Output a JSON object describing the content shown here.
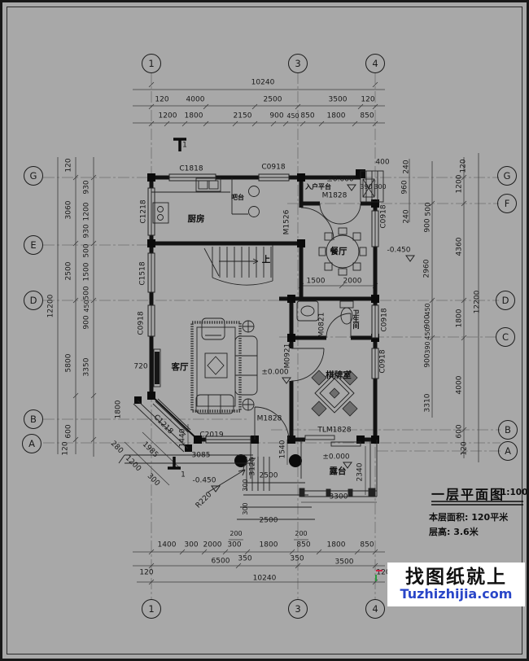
{
  "title_block": {
    "title": "一层平面图",
    "scale": "1:100",
    "area_line": "本层面积: 120平米",
    "height_line": "层高: 3.6米"
  },
  "watermark": {
    "line1": "找图纸就上",
    "line2": "Tuzhizhijia.com",
    "accent": "#2946c8"
  },
  "axes": {
    "top": [
      "1",
      "3",
      "4"
    ],
    "bottom": [
      "1",
      "3",
      "4"
    ],
    "left": [
      "G",
      "E",
      "D",
      "B",
      "A"
    ],
    "right": [
      "G",
      "F",
      "D",
      "C",
      "B",
      "A"
    ]
  },
  "rooms": {
    "kitchen": "厨房",
    "bar": "吧台",
    "entry": "入户平台",
    "dining": "餐厅",
    "living": "客厅",
    "games": "棋牌室",
    "bath": "卫生间",
    "terrace": "露台",
    "up": "上"
  },
  "openings": {
    "c1818": "C1818",
    "c0918": "C0918",
    "c1218": "C1218",
    "c1518": "C1518",
    "c2019": "C2019",
    "m1526": "M1526",
    "m1828": "M1828",
    "m0821": "M0821",
    "m0921": "M0921",
    "tlm1828": "TLM1828"
  },
  "levels": {
    "zero": "±0.000",
    "minus": "-0.450",
    "r220": "R220",
    "sec1": "1"
  },
  "dims": {
    "top_total": "10240",
    "top_r2": [
      "120",
      "4000",
      "2500",
      "3500",
      "120"
    ],
    "top_r3": [
      "1200",
      "1800",
      "2150",
      "900",
      "450",
      "850",
      "1800",
      "850"
    ],
    "bot_200": [
      "200",
      "200"
    ],
    "bot_r1": [
      "1400",
      "300",
      "2000",
      "300",
      "1800",
      "850",
      "1800",
      "850"
    ],
    "bot_r2": [
      "6500",
      "350",
      "350",
      "3500"
    ],
    "bot_r3": [
      "120",
      "10240",
      "120"
    ],
    "left_outer": "12200",
    "left_mid": [
      "120",
      "3060",
      "2500",
      "5800",
      "600",
      "120"
    ],
    "left_in": [
      "930",
      "1200",
      "930",
      "500",
      "1500",
      "500",
      "450",
      "900",
      "3350",
      "1800"
    ],
    "right_outer": "12200",
    "right_mid": [
      "120",
      "1200",
      "4360",
      "1800",
      "4000",
      "600",
      "120"
    ],
    "right_in1": [
      "240",
      "960",
      "240"
    ],
    "right_in2": [
      "500",
      "900",
      "2960",
      "450",
      "900",
      "450",
      "390",
      "900",
      "3310"
    ],
    "tr_small": [
      "400",
      "390",
      "300"
    ],
    "interior": {
      "tv": "720",
      "din1": "1500",
      "din2": "2000",
      "bay1": "280",
      "bay2": "1200",
      "bay3": "300",
      "bay4": "1985",
      "v1440": "1440",
      "w3085": "3085",
      "v3120": "3120",
      "v1540": "1540",
      "s2500a": "2500",
      "s300a": "300",
      "s300b": "300",
      "s2500b": "2500",
      "v2340": "2340",
      "w3300": "3300"
    }
  }
}
